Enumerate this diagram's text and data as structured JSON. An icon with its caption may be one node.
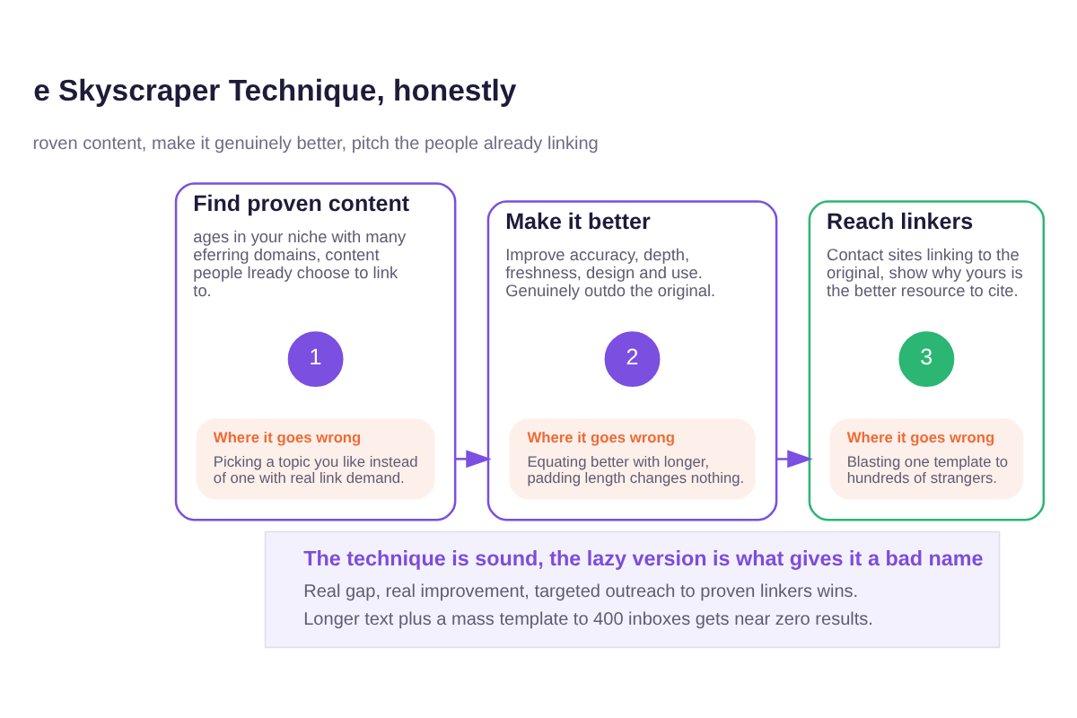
{
  "diagram": {
    "title": "e Skyscraper Technique, honestly",
    "nodes": [
      {
        "text": [
          "Find proven content",
          "ages in your niche with many eferring domains, content people lready choose to link to."
        ]
      },
      {
        "text": [
          "1"
        ],
        "in": 0
      },
      {
        "text": [
          "Where it goes wrong",
          "Picking a topic you like instead of one with real link demand."
        ],
        "in": 0
      },
      {
        "text": [
          "Make it better",
          "Improve accuracy, depth, freshness, design and use. Genuinely outdo the original."
        ]
      },
      {
        "text": [
          "2"
        ],
        "in": 3
      },
      {
        "text": [
          "Where it goes wrong",
          "Equating better with longer, padding length changes nothing."
        ],
        "in": 3
      },
      {
        "text": [
          "Reach linkers",
          "Contact sites linking to the original, show why yours is the better resource to cite."
        ]
      },
      {
        "text": [
          "3"
        ],
        "in": 6
      },
      {
        "text": [
          "Where it goes wrong",
          "Blasting one template to hundreds of strangers."
        ],
        "in": 6
      },
      {
        "text": [
          "The technique is sound, the lazy version is what gives it a bad name",
          "Real gap, real improvement, targeted outreach to proven linkers wins.",
          "Longer text plus a mass template to 400 inboxes gets near zero results."
        ]
      }
    ],
    "edges": [
      {
        "from": 0,
        "to": 3,
        "arrow": "to"
      },
      {
        "from": 3,
        "to": 6,
        "arrow": "to"
      }
    ],
    "labels": [
      "roven content, make it genuinely better, pitch the people already linking"
    ]
  }
}
